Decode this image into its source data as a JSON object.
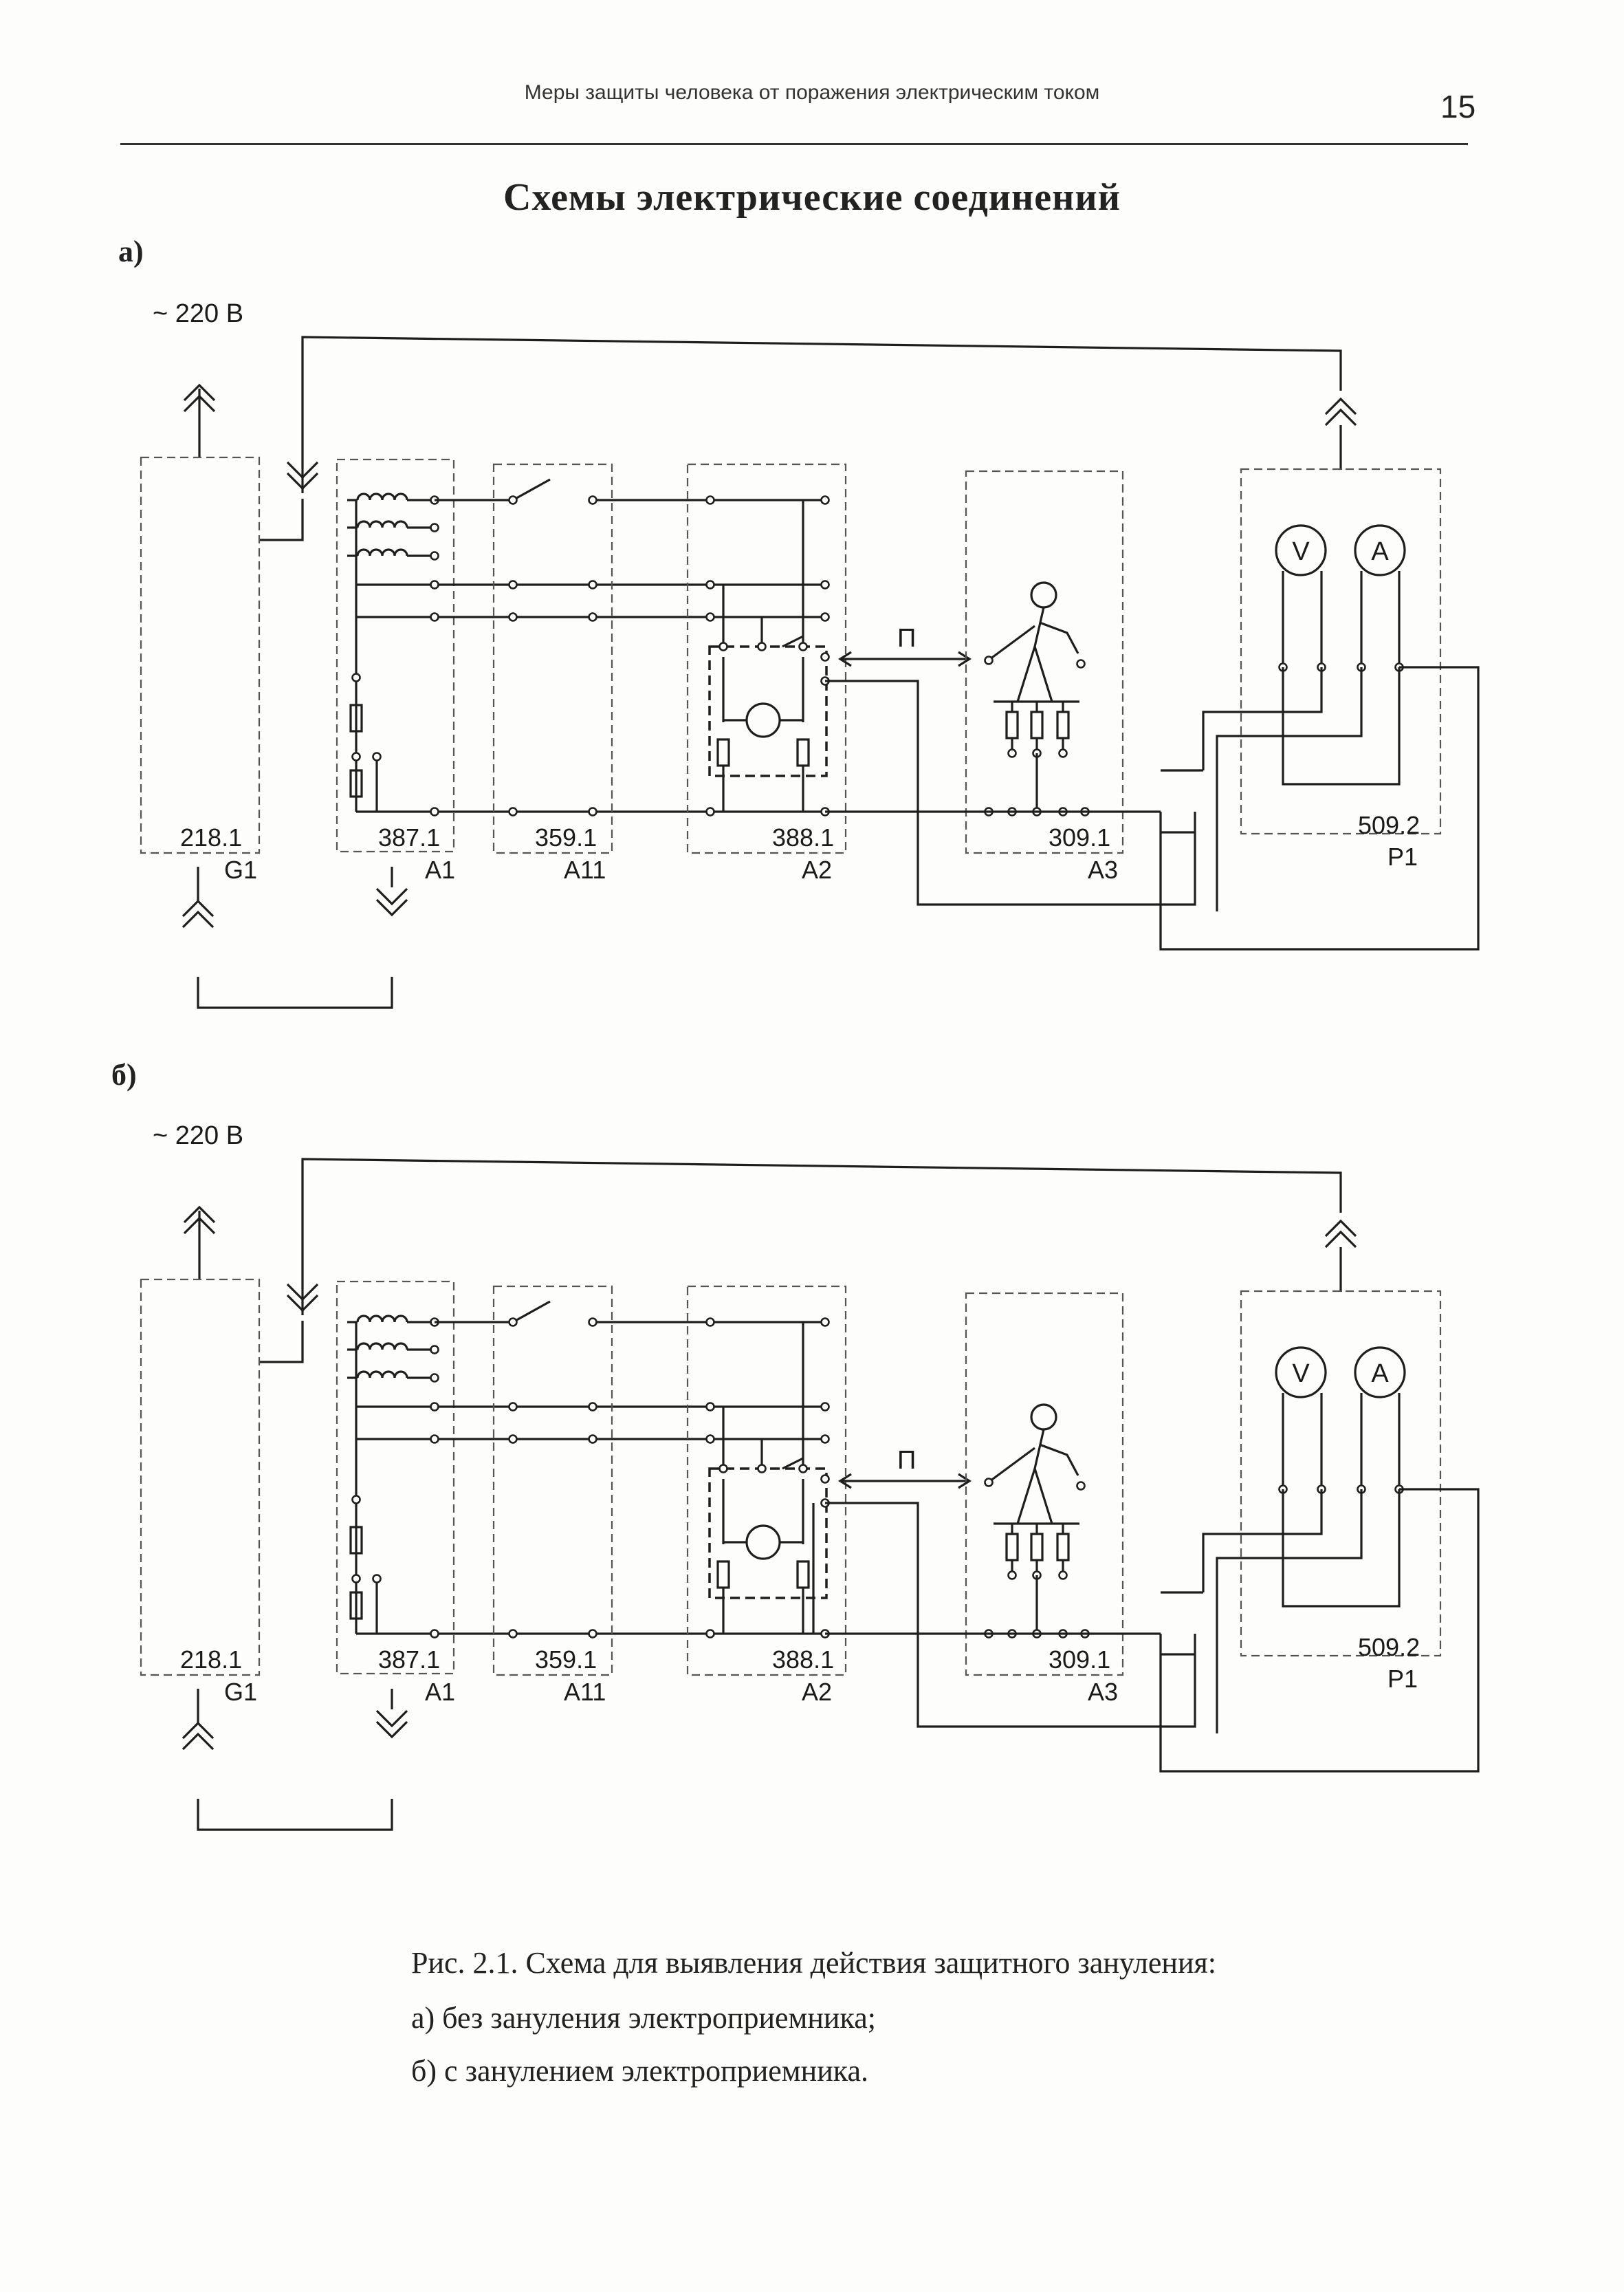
{
  "header": {
    "title": "Меры защиты человека от поражения электрическим током",
    "page_number": "15"
  },
  "section_title": "Схемы электрические соединений",
  "diagrams": [
    {
      "label": "а)",
      "supply": "~ 220 В",
      "modules": {
        "g1": {
          "code": "218.1",
          "designator": "G1"
        },
        "a1": {
          "code": "387.1",
          "designator": "A1"
        },
        "a11": {
          "code": "359.1",
          "designator": "A11"
        },
        "a2": {
          "code": "388.1",
          "designator": "A2"
        },
        "a3": {
          "code": "309.1",
          "designator": "A3"
        },
        "p1": {
          "code": "509.2",
          "designator": "P1"
        }
      },
      "probe": "П",
      "meters": {
        "voltmeter": "V",
        "ammeter": "A"
      }
    },
    {
      "label": "б)",
      "supply": "~ 220 В",
      "modules": {
        "g1": {
          "code": "218.1",
          "designator": "G1"
        },
        "a1": {
          "code": "387.1",
          "designator": "A1"
        },
        "a11": {
          "code": "359.1",
          "designator": "A11"
        },
        "a2": {
          "code": "388.1",
          "designator": "A2"
        },
        "a3": {
          "code": "309.1",
          "designator": "A3"
        },
        "p1": {
          "code": "509.2",
          "designator": "P1"
        }
      },
      "probe": "П",
      "meters": {
        "voltmeter": "V",
        "ammeter": "A"
      }
    }
  ],
  "caption": {
    "line1": "Рис. 2.1. Схема для выявления действия защитного зануления:",
    "line2": "а) без зануления электроприемника;",
    "line3": "б) с занулением электроприемника."
  }
}
